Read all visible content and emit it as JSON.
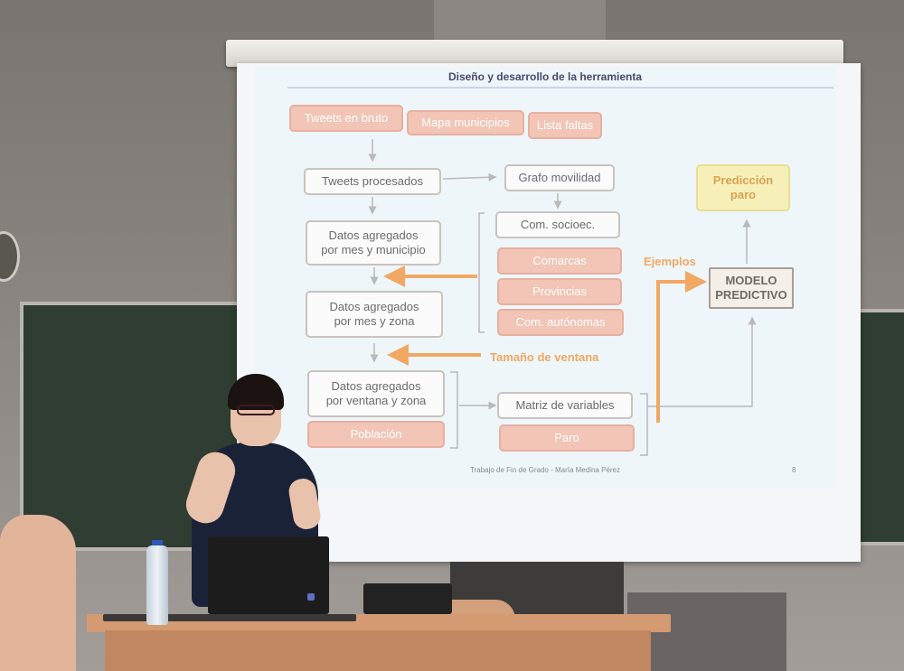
{
  "slide": {
    "title": "Diseño y desarrollo de la herramienta",
    "footer": "Trabajo de Fin de Grado - María Medina Pérez",
    "page_number": "8",
    "inputs": [
      "Tweets en bruto",
      "Mapa municipios",
      "Lista faltas"
    ],
    "tweets_processed": "Tweets procesados",
    "mobility_graph": "Grafo movilidad",
    "monthly_municipal_line1": "Datos agregados",
    "monthly_municipal_line2": "por mes y municipio",
    "monthly_zone_line1": "Datos agregados",
    "monthly_zone_line2": "por mes y zona",
    "window_zone_line1": "Datos agregados",
    "window_zone_line2": "por ventana y zona",
    "population": "Población",
    "communities": [
      "Com. socioec.",
      "Comarcas",
      "Provincias",
      "Com. autónomas"
    ],
    "window_size_label": "Tamaño de ventana",
    "examples_label": "Ejemplos",
    "variable_matrix": "Matriz de variables",
    "unemployment": "Paro",
    "model_line1": "MODELO",
    "model_line2": "PREDICTIVO",
    "prediction_line1": "Predicción",
    "prediction_line2": "paro"
  },
  "colors": {
    "pink_box": "#f2c5b6",
    "orange_arrow": "#f1a863",
    "prediction_box": "#f6f0b8"
  }
}
